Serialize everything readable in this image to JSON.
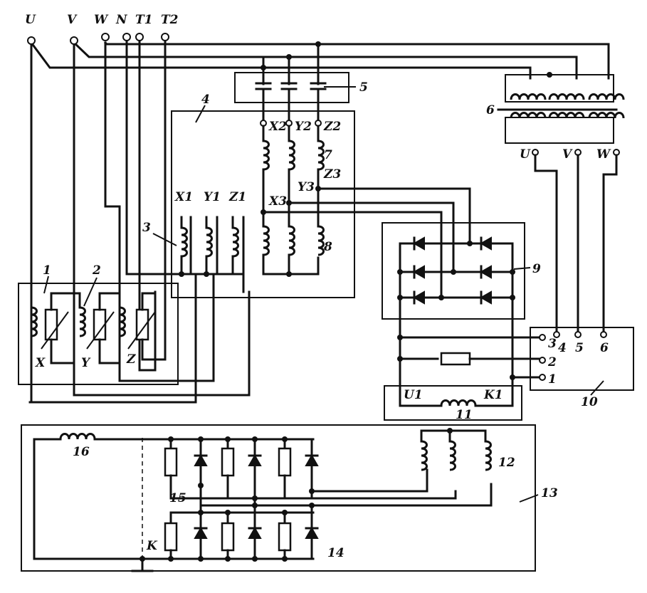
{
  "terminals_top": [
    "U",
    "V",
    "W",
    "N",
    "T1",
    "T2"
  ],
  "labels": {
    "X1": "X1",
    "Y1": "Y1",
    "Z1": "Z1",
    "X2": "X2",
    "Y2": "Y2",
    "Z2": "Z2",
    "X3": "X3",
    "Y3": "Y3",
    "Z3": "Z3",
    "X": "X",
    "Y": "Y",
    "Z": "Z",
    "U": "U",
    "V": "V",
    "W": "W",
    "U1": "U1",
    "K1": "K1",
    "K": "K",
    "t1": "1",
    "t2": "2",
    "t3": "3",
    "t4": "4",
    "t5": "5",
    "t6": "6"
  },
  "callouts": [
    "1",
    "2",
    "3",
    "4",
    "5",
    "6",
    "7",
    "8",
    "9",
    "10",
    "11",
    "12",
    "13",
    "14",
    "15",
    "16"
  ]
}
